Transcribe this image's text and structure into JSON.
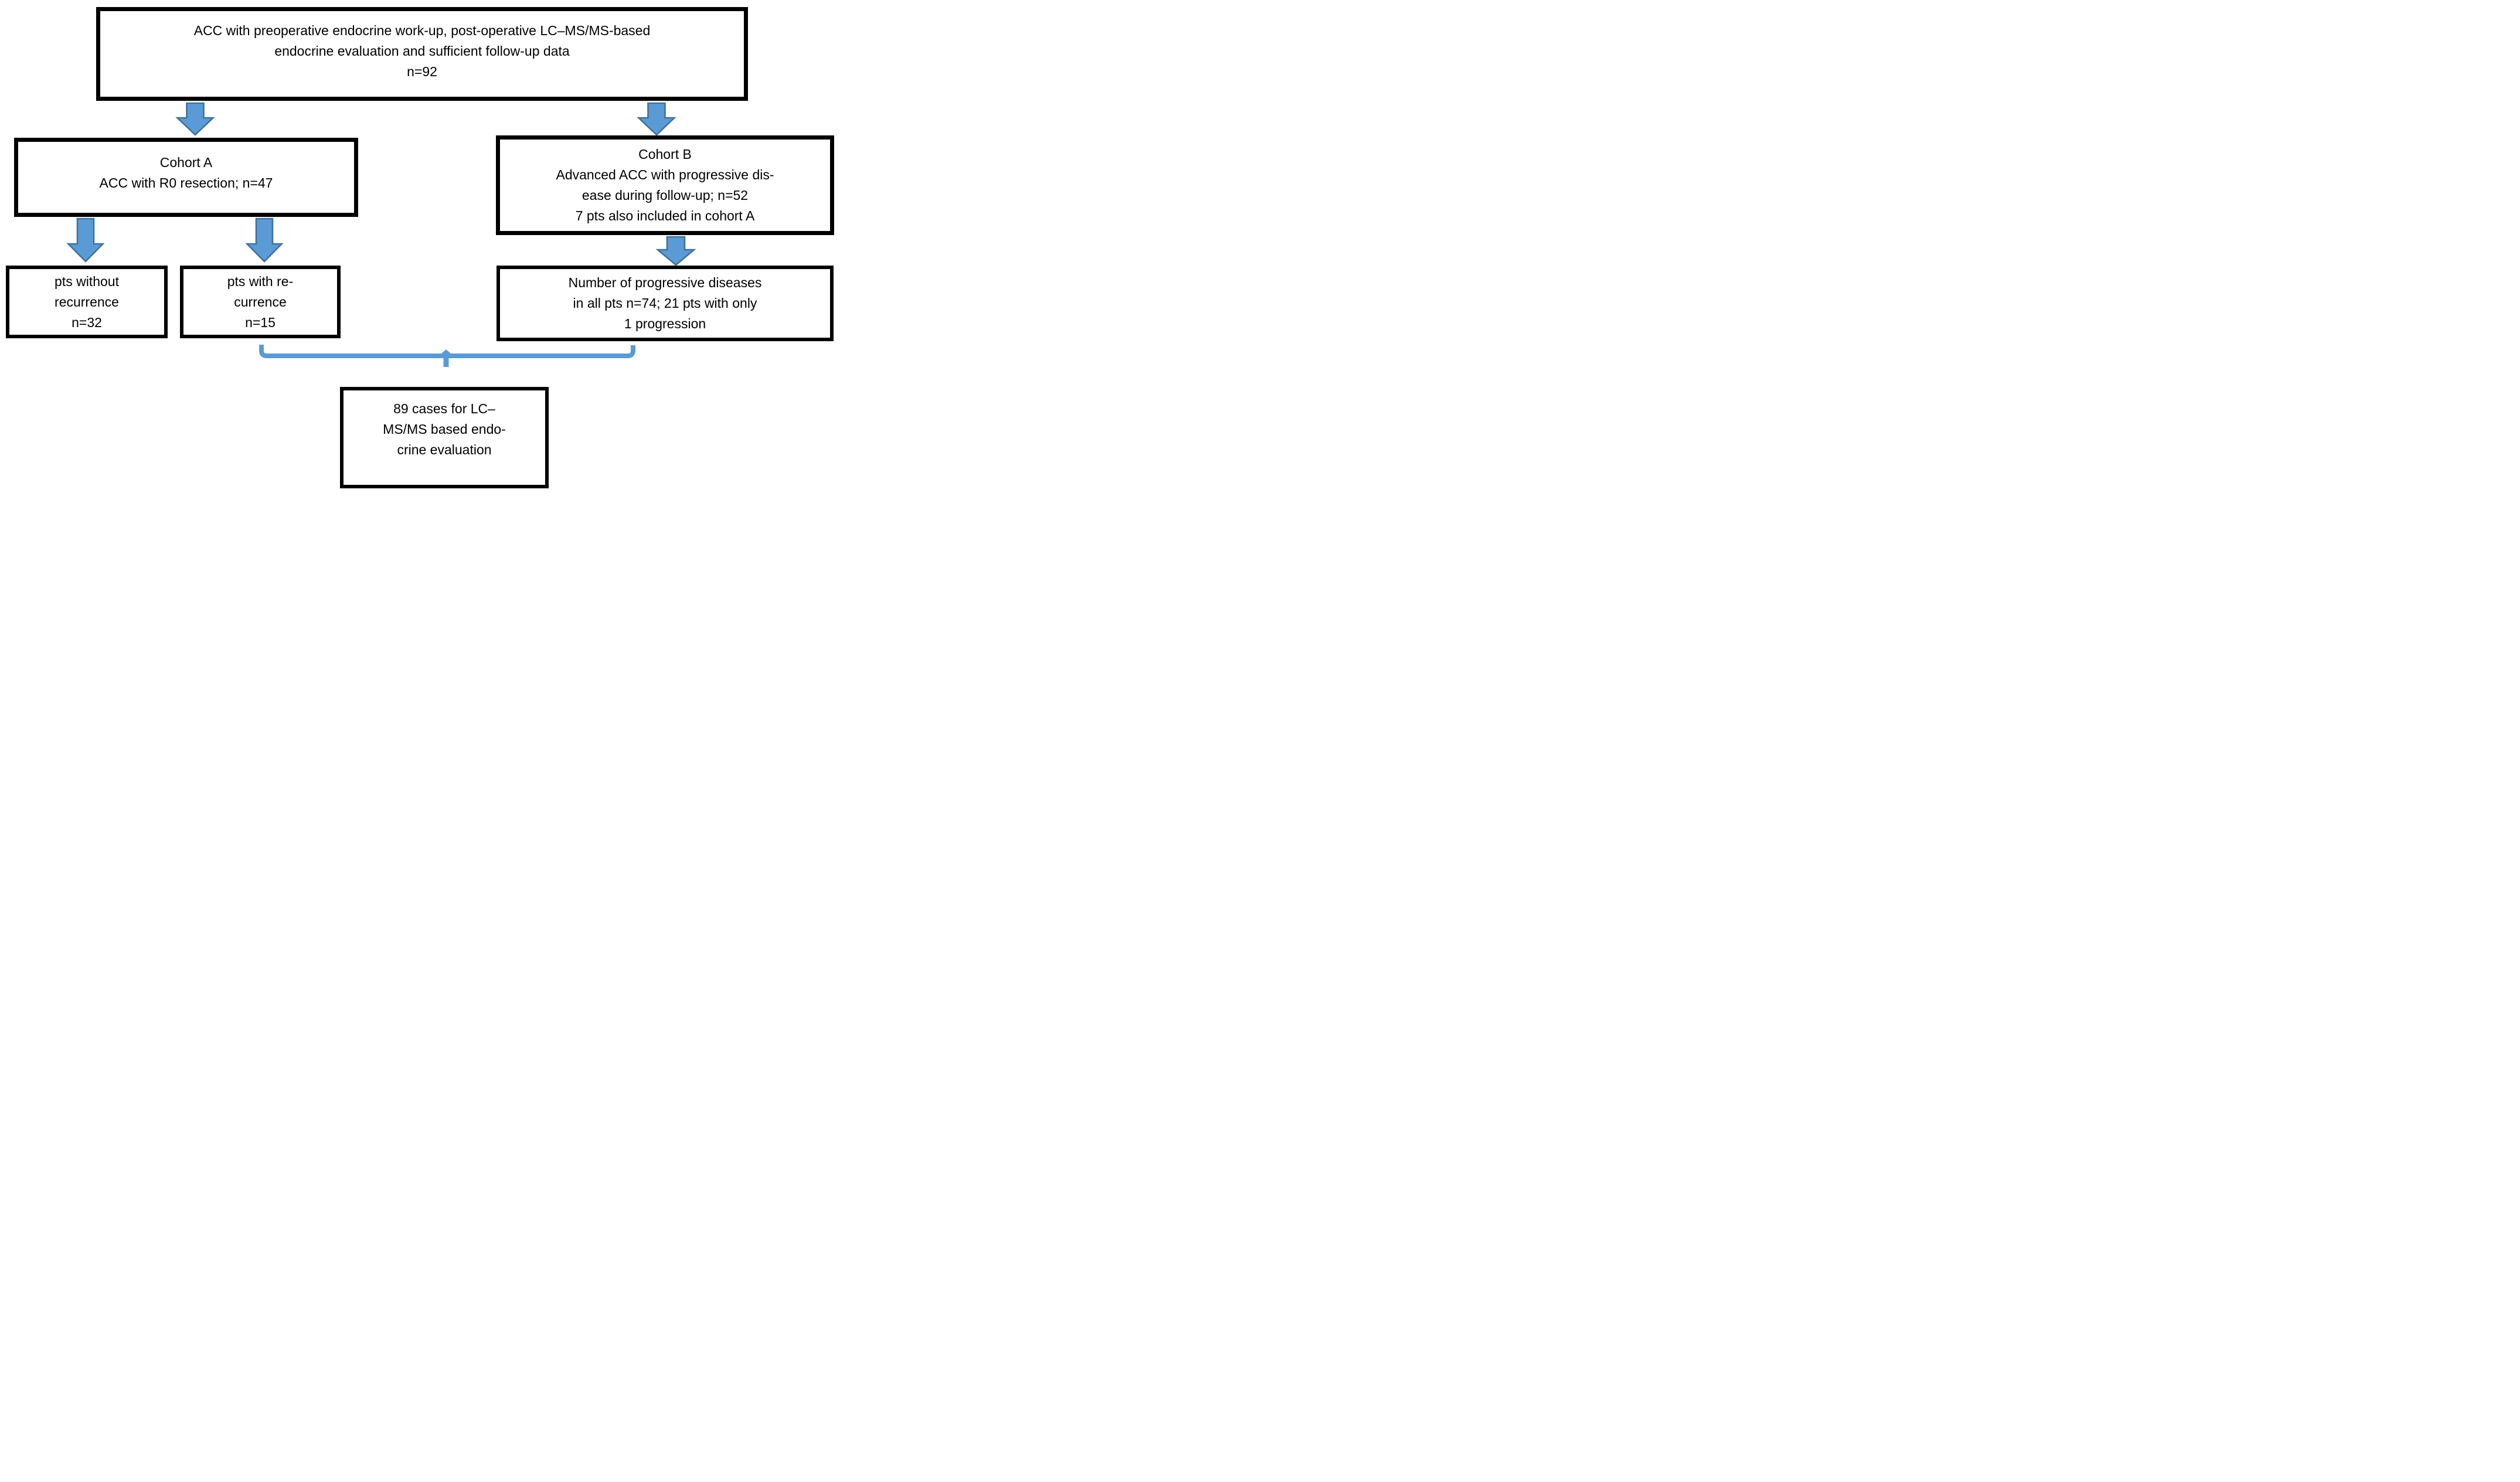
{
  "figure": {
    "colors": {
      "arrow_fill": "#5b9bd5",
      "arrow_border": "#41719c",
      "bracket": "#5b9bd5",
      "box_border": "#000000",
      "text_color": "#000000",
      "bg": "#ffffff"
    },
    "boxes": {
      "inclusion": {
        "lines": [
          "ACC with preoperative endocrine work-up, post-operative LC–MS/MS-based",
          "endocrine evaluation and sufficient follow-up data",
          "n=92"
        ]
      },
      "cohort_a": {
        "lines": [
          "Cohort A",
          "ACC with R0 resection; n=47"
        ]
      },
      "cohort_b": {
        "lines": [
          "Cohort B",
          "Advanced ACC with progressive dis-",
          "ease during follow-up; n=52",
          "7 pts also included in cohort A"
        ]
      },
      "without_recurrence": {
        "lines": [
          "pts without",
          "recurrence",
          "n=32"
        ]
      },
      "with_recurrence": {
        "lines": [
          "pts with re-",
          "currence",
          "n=15"
        ]
      },
      "progressive_diseases": {
        "lines": [
          "Number of progressive diseases",
          "in all pts n=74; 21 pts with only",
          "1 progression"
        ]
      },
      "final_cases": {
        "lines": [
          "89 cases for LC–",
          "MS/MS based endo-",
          "crine evaluation"
        ]
      }
    }
  }
}
